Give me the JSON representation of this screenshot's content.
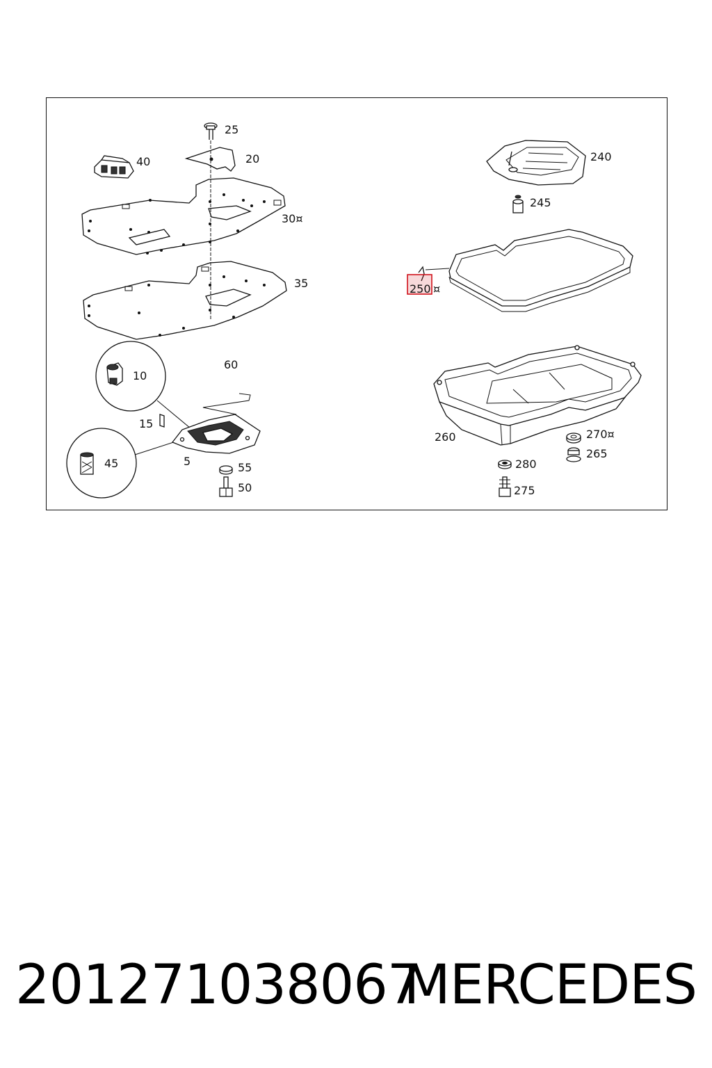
{
  "diagram": {
    "labels": {
      "l25": "25",
      "l20": "20",
      "l40": "40",
      "l30": "30¤",
      "l35": "35",
      "l10": "10",
      "l60": "60",
      "l15": "15",
      "l45": "45",
      "l5": "5",
      "l55": "55",
      "l50": "50",
      "l240": "240",
      "l245": "245",
      "l250": "250",
      "l250mark": "¤",
      "l260": "260",
      "l270": "270¤",
      "l265": "265",
      "l280": "280",
      "l275": "275"
    },
    "highlight_color": "#d0121b"
  },
  "footer": {
    "part_number": "20127103806​7",
    "brand": "MERCEDES"
  }
}
